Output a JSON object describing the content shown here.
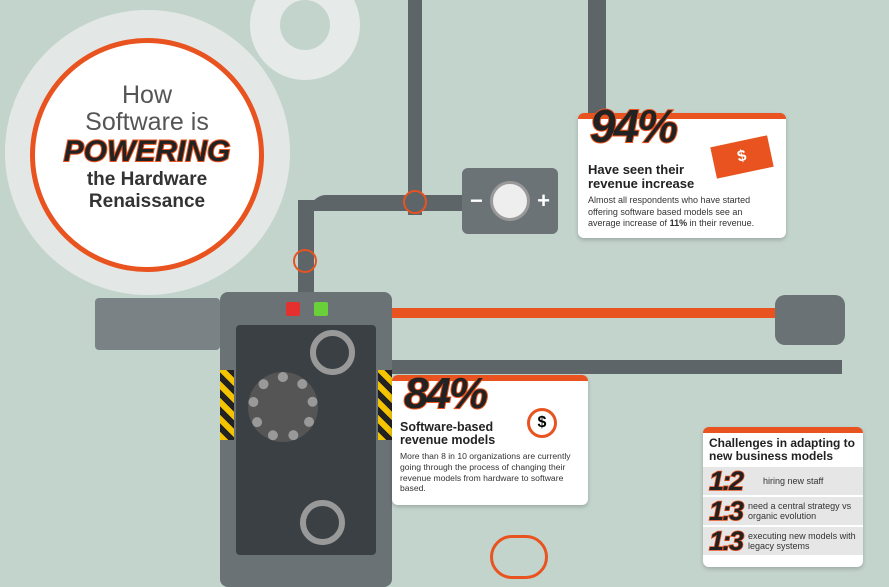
{
  "title": {
    "line1": "How",
    "line2": "Software is",
    "line3": "POWERING",
    "line4": "the Hardware",
    "line5": "Renaissance"
  },
  "stat1": {
    "value": "94%",
    "heading_line1": "Have seen their",
    "heading_line2": "revenue increase",
    "body": "Almost all respondents who have started offering software based models see an average increase of",
    "body_bold": "11%",
    "body_end": " in their revenue."
  },
  "stat2": {
    "value": "84%",
    "heading_line1": "Software-based",
    "heading_line2": "revenue models",
    "body": "More than 8 in 10 organizations are currently going through the process of changing their revenue models from hardware to software based."
  },
  "challenges": {
    "heading": "Challenges in adapting to new business models",
    "rows": [
      {
        "ratio": "1:2",
        "text": "hiring new staff"
      },
      {
        "ratio": "1:3",
        "text": "need a central strategy vs organic evolution"
      },
      {
        "ratio": "1:3",
        "text": "executing new models with legacy systems"
      }
    ]
  },
  "gauge": {
    "minus": "−",
    "plus": "+"
  },
  "icons": {
    "dollar": "$"
  },
  "colors": {
    "accent": "#e8531f",
    "background": "#c3d4cd",
    "machine": "#5d6569"
  }
}
